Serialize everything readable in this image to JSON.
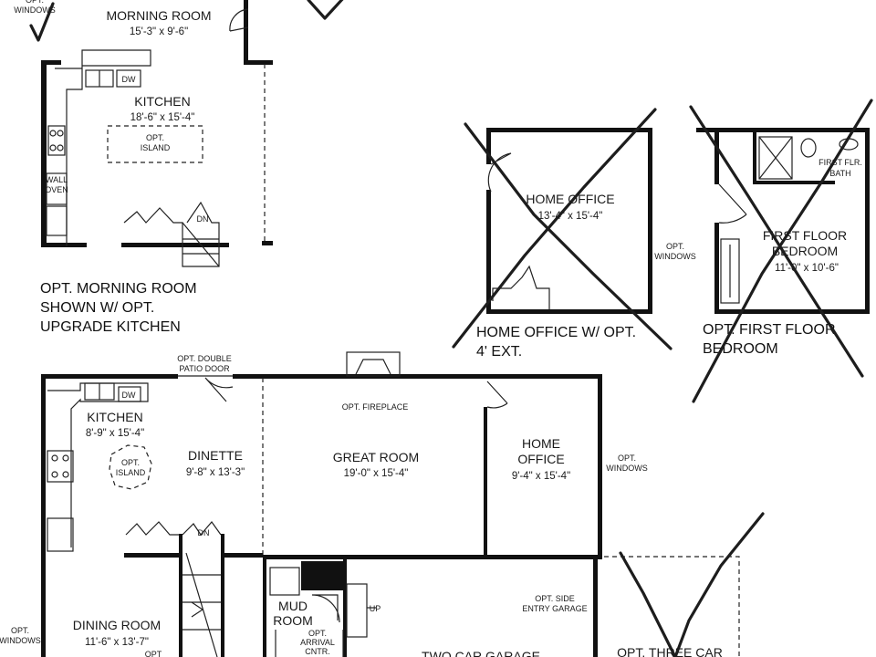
{
  "plan": {
    "alt_morning": {
      "windows_label": "OPT.\nWINDOWS",
      "morning_room": {
        "name": "MORNING ROOM",
        "dims": "15'-3\" x 9'-6\""
      },
      "kitchen": {
        "name": "KITCHEN",
        "dims": "18'-6\" x 15'-4\""
      },
      "island": "OPT.\nISLAND",
      "dw": "DW",
      "wall_oven": "WALL\nOVEN",
      "dn": "DN",
      "caption": "OPT. MORNING ROOM\nSHOWN W/ OPT.\nUPGRADE KITCHEN"
    },
    "alt_office": {
      "room": {
        "name": "HOME OFFICE",
        "dims": "13'-4\" x 15'-4\""
      },
      "windows_label": "OPT.\nWINDOWS",
      "caption": "HOME OFFICE W/ OPT.\n4' EXT."
    },
    "alt_bedroom": {
      "room": {
        "name": "FIRST FLOOR\nBEDROOM",
        "dims": "11'-0\" x 10'-6\""
      },
      "bath": "FIRST FLR.\nBATH",
      "caption": "OPT. FIRST FLOOR\nBEDROOM"
    },
    "main": {
      "patio_door": "OPT. DOUBLE\nPATIO DOOR",
      "fireplace": "OPT. FIREPLACE",
      "kitchen": {
        "name": "KITCHEN",
        "dims": "8'-9\" x 15'-4\""
      },
      "dw": "DW",
      "island": "OPT.\nISLAND",
      "dinette": {
        "name": "DINETTE",
        "dims": "9'-8\" x 13'-3\""
      },
      "great_room": {
        "name": "GREAT ROOM",
        "dims": "19'-0\" x 15'-4\""
      },
      "home_office": {
        "name": "HOME\nOFFICE",
        "dims": "9'-4\" x 15'-4\""
      },
      "windows_right": "OPT.\nWINDOWS",
      "windows_left": "OPT.\nWINDOWS",
      "dn": "DN",
      "up": "UP",
      "mud_room": "MUD\nROOM",
      "arrival_center": "OPT.\nARRIVAL\nCNTR.",
      "side_entry": "OPT. SIDE\nENTRY GARAGE",
      "dining_room": {
        "name": "DINING ROOM",
        "dims": "11'-6\" x 13'-7\""
      },
      "dining_opt": "OPT",
      "garage": "TWO CAR GARAGE",
      "three_car": "OPT. THREE CAR"
    }
  }
}
